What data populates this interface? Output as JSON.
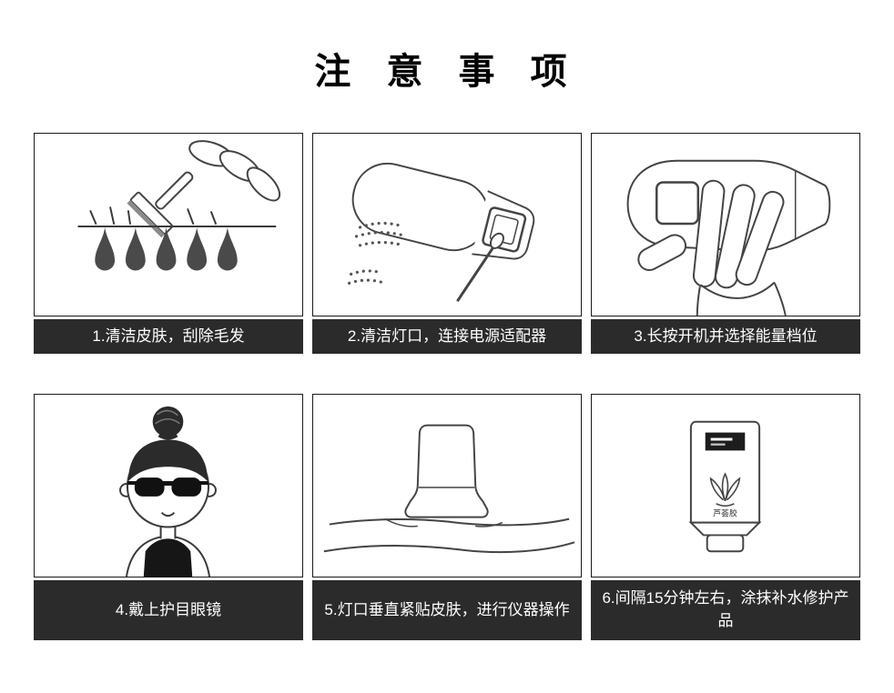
{
  "page": {
    "title": "注 意 事 项"
  },
  "steps": [
    {
      "num": 1,
      "caption": "1.清洁皮肤，刮除毛发",
      "illustration": "razor-shaving-skin"
    },
    {
      "num": 2,
      "caption": "2.清洁灯口，连接电源适配器",
      "illustration": "cotton-swab-cleaning-lamp"
    },
    {
      "num": 3,
      "caption": "3.长按开机并选择能量档位",
      "illustration": "hand-pressing-power-button"
    },
    {
      "num": 4,
      "caption": "4.戴上护目眼镜",
      "illustration": "girl-wearing-goggles"
    },
    {
      "num": 5,
      "caption": "5.灯口垂直紧贴皮肤，进行仪器操作",
      "illustration": "device-flat-on-skin"
    },
    {
      "num": 6,
      "caption": "6.间隔15分钟左右，涂抹补水修护产品",
      "illustration": "moisturizer-tube",
      "tube_label": "芦荟胶"
    }
  ],
  "colors": {
    "caption_bg": "#2b2b2b",
    "caption_text": "#ffffff",
    "line_art": "#444444",
    "panel_border": "#1a1a1a"
  }
}
